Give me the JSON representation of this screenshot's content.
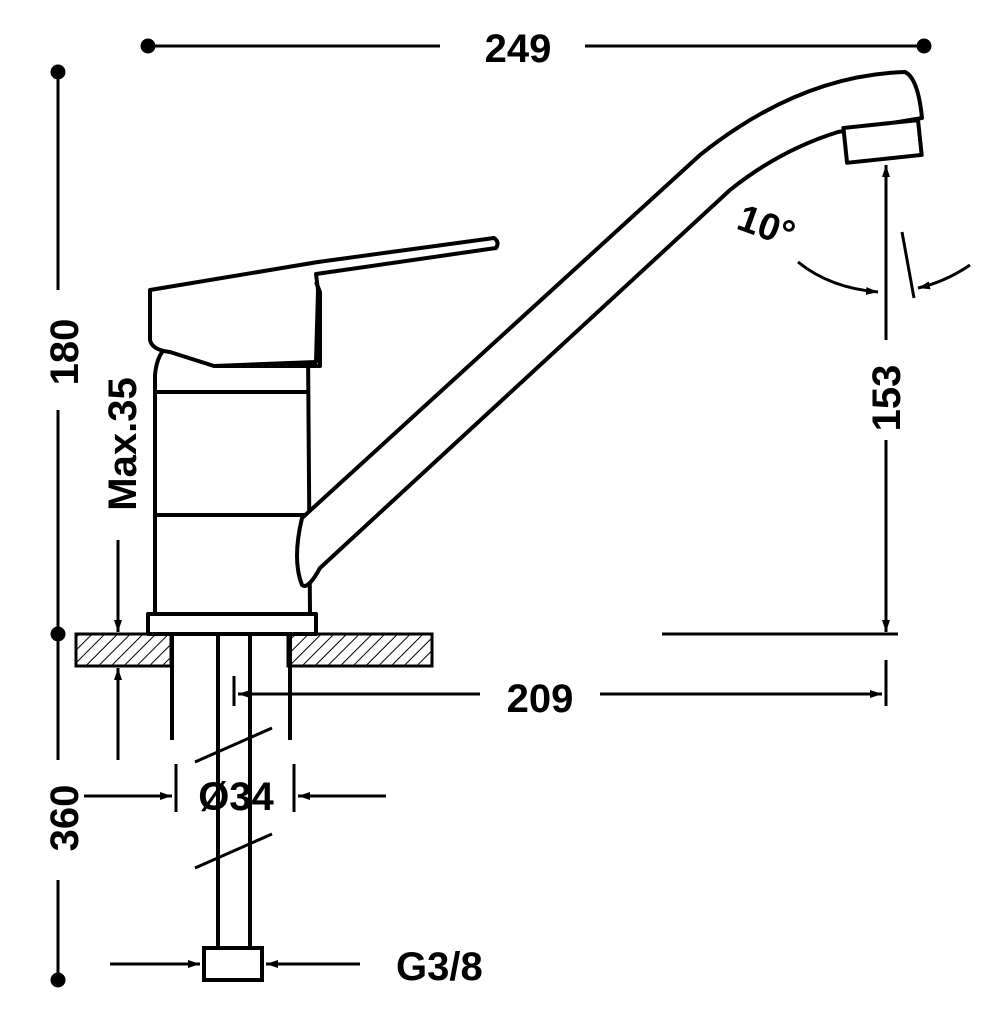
{
  "colors": {
    "stroke": "#000000",
    "background": "#ffffff"
  },
  "dimensions": {
    "overall_width": "249",
    "overall_height": "180",
    "max_counter_thickness": "Max.35",
    "spout_angle": "10°",
    "spout_height": "153",
    "spout_reach": "209",
    "body_diameter": "Ø34",
    "connector_length": "360",
    "connector_thread": "G3/8"
  }
}
